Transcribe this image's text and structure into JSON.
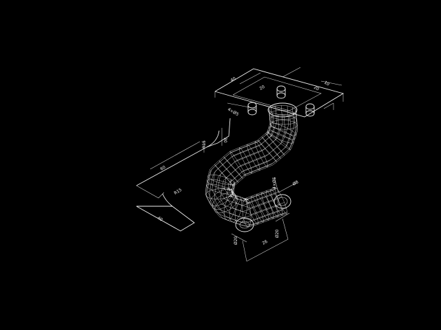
{
  "canvas": {
    "background": "#000000",
    "line_color": "#f0f0f0"
  },
  "drawing": {
    "subject": "isometric wireframe of S-shaped bent pipe with flanges",
    "dimensions": {
      "top_left": "40",
      "top_inner_left": "20",
      "top_inner_right": "20",
      "top_right": "10",
      "flange_hole": "4×Ø5",
      "side_r_top": "R15",
      "side_vert": "30",
      "side_long": "60",
      "side_bend_r": "R15",
      "bottom_left": "40",
      "right_small": "4×Ø5",
      "right_dia": "Ø8",
      "base_left": "Ø20",
      "base_mid": "26",
      "base_right": "Ø20"
    }
  }
}
